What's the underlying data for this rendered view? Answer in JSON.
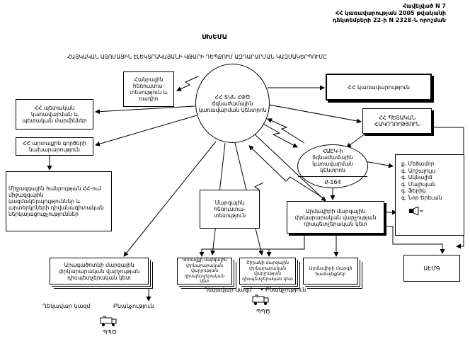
{
  "header": {
    "line1": "Հավելված N 7",
    "line2": "ՀՀ կառավարության 2005 թվականի",
    "line3": "դեկտեմբերի 22-ի N 2328-Ն որոշման"
  },
  "scheme_title": "ՍԽԵՄԱ",
  "scheme_subtitle": "ՀԱՅԿԱԿԱՆ ԱՏՈՄԱՅԻՆ ԷԼԵԿՏՐԱԿԱՅԱՆԻ ՎԹԱՐԻ ԴԵՊՔՈՒՄ ԱԶԴԱՐԱՐՄԱՆ ԿԱԶՄԱԿԵՐՊՈՒՄԸ",
  "nodes": {
    "notify_tv_radio": "Հանրային հեռուստա-տեսություն և ռադիո",
    "center": "ՀՀ ՏԿՆ ՀՓԾ ճգնաժամային կառավարման կենտրոն",
    "government": "ՀՀ կառավարություն",
    "state_admin": "ՀՀ պետական կառավարման և պետական մարմիններ",
    "foreign_affairs": "ՀՀ արտաքին գործերի նախարարություն",
    "intl_orgs": "Միջազգային հանրության ՀՀ-ում միջազգային կազմակերպություններ և արտերկրների դիվանագիտական ներկայացուցչություններ",
    "president_staff": "ՀՀ ՊԵՏԱԿԱՆ ՀԱԿՈՂՈՒԹՅՈՒՆ",
    "npp_center": "ՀԱԷԿ-ի ճգնաժամային կառավարման կենտրոն",
    "npp_code": "ժ-164",
    "regional_tv": "Մարզային հեռուստա-տեսություն",
    "armavir_regional": "Արմավիրի մարզային փրկարարական վարչության դիսպետչերական կետ",
    "aragatsotn_regional": "Արագածոտնի մարզային փրկարարական վարչության դիսպետչերական կետ",
    "kotayk_regional": "Կոտայքի մարզային փրկարարական վարչության դիսպետչերական կետ",
    "shirak_regional": "Շիրակի մարզային փրկարարական վարչության դիսպետչերական կետ",
    "armavir_admin": "Արմավիրի մարզի համայնքներ",
    "aemg": "ԱԷՄԳ"
  },
  "settlements": [
    "ք. Մեծամոր",
    "գ. Արշալույս",
    "գ. Ակնալիճ",
    "գ. Մայիսյան",
    "գ. Ֆերիկ",
    "գ. Նոր Երեւան"
  ],
  "bottom_labels": {
    "center_leaders": "Ղեկավար կազմ",
    "center_population": "Բնակչություն",
    "left_leaders": "Ղեկավար կազմ",
    "left_population": "Բնակչություն",
    "center_pps": "ՊՊԾ",
    "left_pps": "ՊՊԾ"
  }
}
